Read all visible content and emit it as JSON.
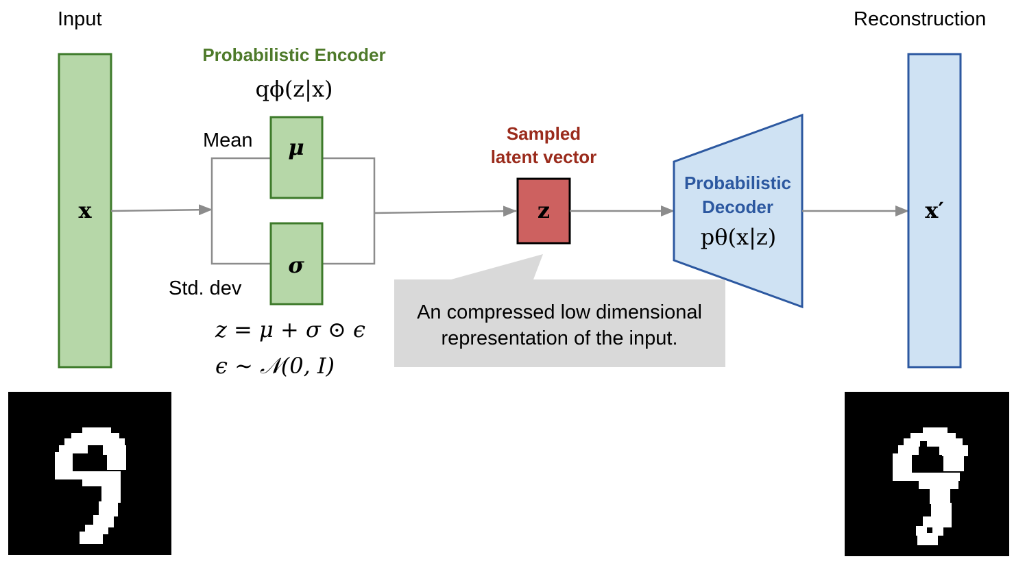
{
  "labels": {
    "input": "Input",
    "reconstruction": "Reconstruction",
    "mean": "Mean",
    "std_dev": "Std. dev"
  },
  "encoder": {
    "title": "Probabilistic Encoder",
    "formula": "qϕ(z|x)"
  },
  "latent": {
    "title_line1": "Sampled",
    "title_line2": "latent vector",
    "symbol": "z"
  },
  "decoder": {
    "title_line1": "Probabilistic",
    "title_line2": "Decoder",
    "formula": "pθ(x|z)"
  },
  "nodes": {
    "input_symbol": "x",
    "output_symbol": "x′",
    "mu_symbol": "μ",
    "sigma_symbol": "σ"
  },
  "equations": {
    "reparam": "z = μ + σ ⊙ ϵ",
    "noise": "ϵ ∼ 𝒩(0, I)"
  },
  "callout": {
    "line1": "An compressed low dimensional",
    "line2": "representation of the input."
  },
  "colors": {
    "encoder_green": "#b6d7a8",
    "encoder_border": "#3d7a2a",
    "encoder_title": "#4e7a2a",
    "latent_red": "#cd6160",
    "latent_title": "#9a2b1c",
    "decoder_blue": "#cfe2f3",
    "decoder_border": "#2c58a0",
    "decoder_title": "#2c58a0",
    "callout_gray": "#d9d9d9",
    "wire_gray": "#8c8c8c"
  }
}
